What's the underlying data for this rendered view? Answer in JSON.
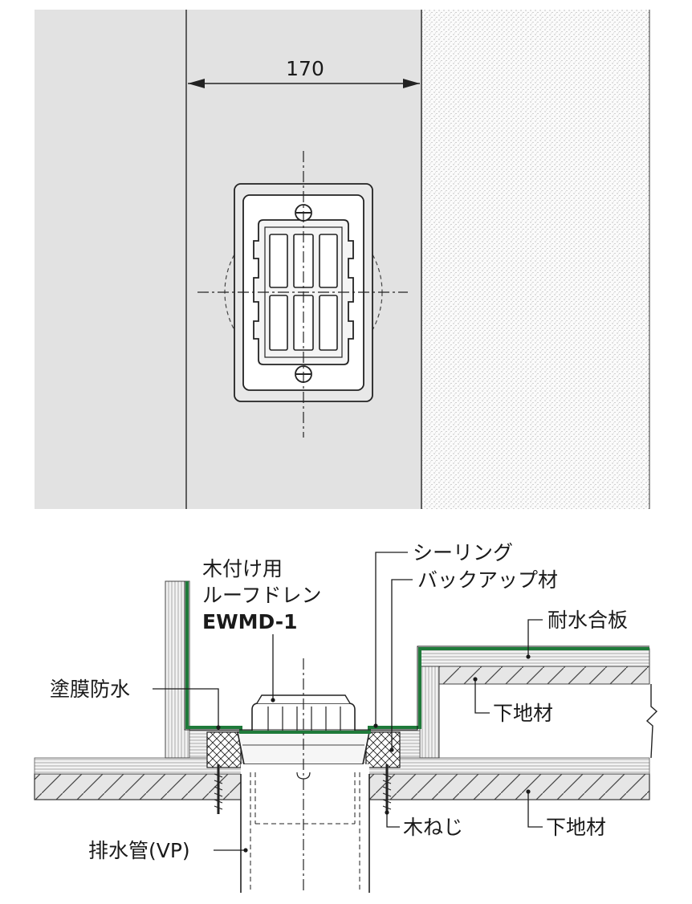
{
  "dimension": {
    "value": "170"
  },
  "product": {
    "line1": "木付け用",
    "line2": "ルーフドレン",
    "model": "EWMD-1"
  },
  "labels": {
    "sealing": "シーリング",
    "backup": "バックアップ材",
    "plywood": "耐水合板",
    "coating": "塗膜防水",
    "base_upper": "下地材",
    "screw": "木ねじ",
    "base_lower": "下地材",
    "pipe": "排水管(VP)"
  },
  "colors": {
    "plan_gray": "#e2e2e2",
    "membrane_green": "#1f7a3a",
    "ink": "#1a1a1a"
  }
}
